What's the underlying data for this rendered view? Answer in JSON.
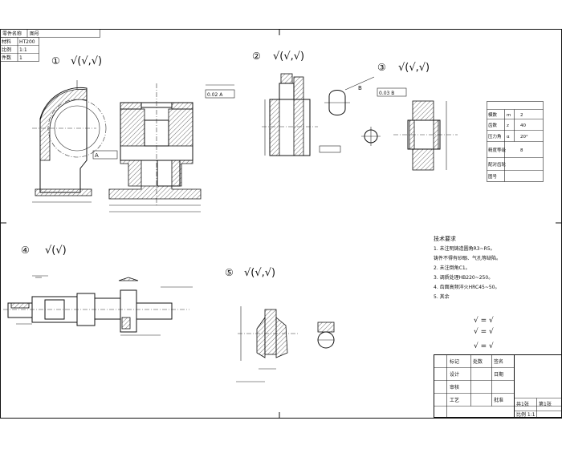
{
  "header_table": {
    "rows": [
      [
        "零件名称",
        "图号"
      ],
      [
        "材料",
        "HT200"
      ],
      [
        "比例",
        "1:1"
      ],
      [
        "件数",
        "1"
      ]
    ]
  },
  "views": [
    {
      "label": "①",
      "roughness_note": "√(√,√)"
    },
    {
      "label": "②",
      "roughness_note": "√(√,√)"
    },
    {
      "label": "③",
      "roughness_note": "√(√,√)"
    },
    {
      "label": "④",
      "roughness_note": "√(√)"
    },
    {
      "label": "⑤",
      "roughness_note": "√(√,√)"
    }
  ],
  "gear_table": {
    "rows": [
      [
        "模数",
        "m",
        "2"
      ],
      [
        "齿数",
        "z",
        "40"
      ],
      [
        "压力角",
        "α",
        "20°"
      ],
      [
        "精度等级",
        "",
        "8"
      ],
      [
        "配对齿轮",
        "",
        ""
      ],
      [
        "图号",
        "",
        ""
      ]
    ]
  },
  "notes": {
    "title": "技术要求",
    "lines": [
      "1. 未注明铸造圆角R3~R5。",
      "   铸件不得有砂眼、气孔等缺陷。",
      "2. 未注倒角C1。",
      "3. 调质处理HB220~250。",
      "4. 齿面高频淬火HRC45~50。",
      "5. 其余"
    ]
  },
  "title_block": {
    "rows": [
      [
        "标记",
        "处数",
        "签名"
      ],
      [
        "设计",
        "",
        "日期"
      ],
      [
        "审核",
        "",
        ""
      ],
      [
        "工艺",
        "",
        "批准"
      ]
    ],
    "right_cells": [
      "共1张",
      "第1张",
      "比例 1:1"
    ]
  },
  "misc_labels": {
    "datum_a": "A",
    "datum_b": "B",
    "label_0_02": "0.02 A",
    "label_0_03": "0.03 B"
  }
}
